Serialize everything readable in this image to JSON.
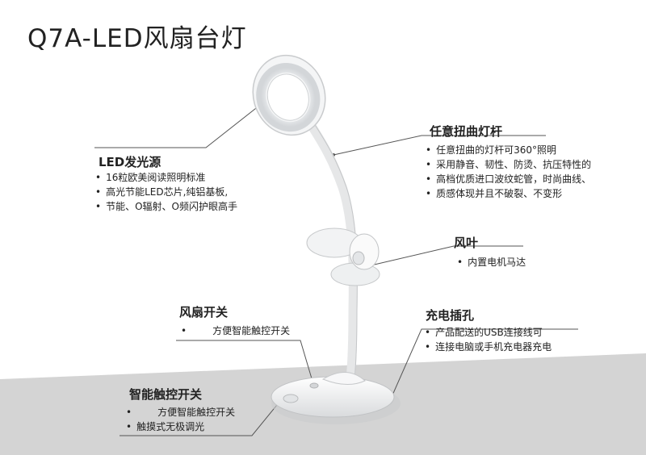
{
  "title": "Q7A-LED风扇台灯",
  "callouts": {
    "led": {
      "heading": "LED发光源",
      "items": [
        "16粒欧美阅读照明标准",
        "高光节能LED芯片,纯铝基板,",
        "节能、O辐射、O频闪护眼高手"
      ]
    },
    "neck": {
      "heading": "任意扭曲灯杆",
      "items": [
        "任意扭曲的灯杆可360°照明",
        "采用静音、韧性、防烫、抗压特性的",
        "高档优质进口波纹蛇管，时尚曲线、",
        "质感体现并且不破裂、不变形"
      ]
    },
    "fan": {
      "heading": "风叶",
      "items": [
        "内置电机马达"
      ]
    },
    "fan_switch": {
      "heading": "风扇开关",
      "items": [
        "方便智能触控开关"
      ]
    },
    "charge": {
      "heading": "充电插孔",
      "items": [
        "产品配送的USB连接线可",
        "连接电脑或手机充电器充电"
      ]
    },
    "touch": {
      "heading": "智能触控开关",
      "items": [
        "方便智能触控开关",
        "触摸式无极调光"
      ]
    }
  }
}
